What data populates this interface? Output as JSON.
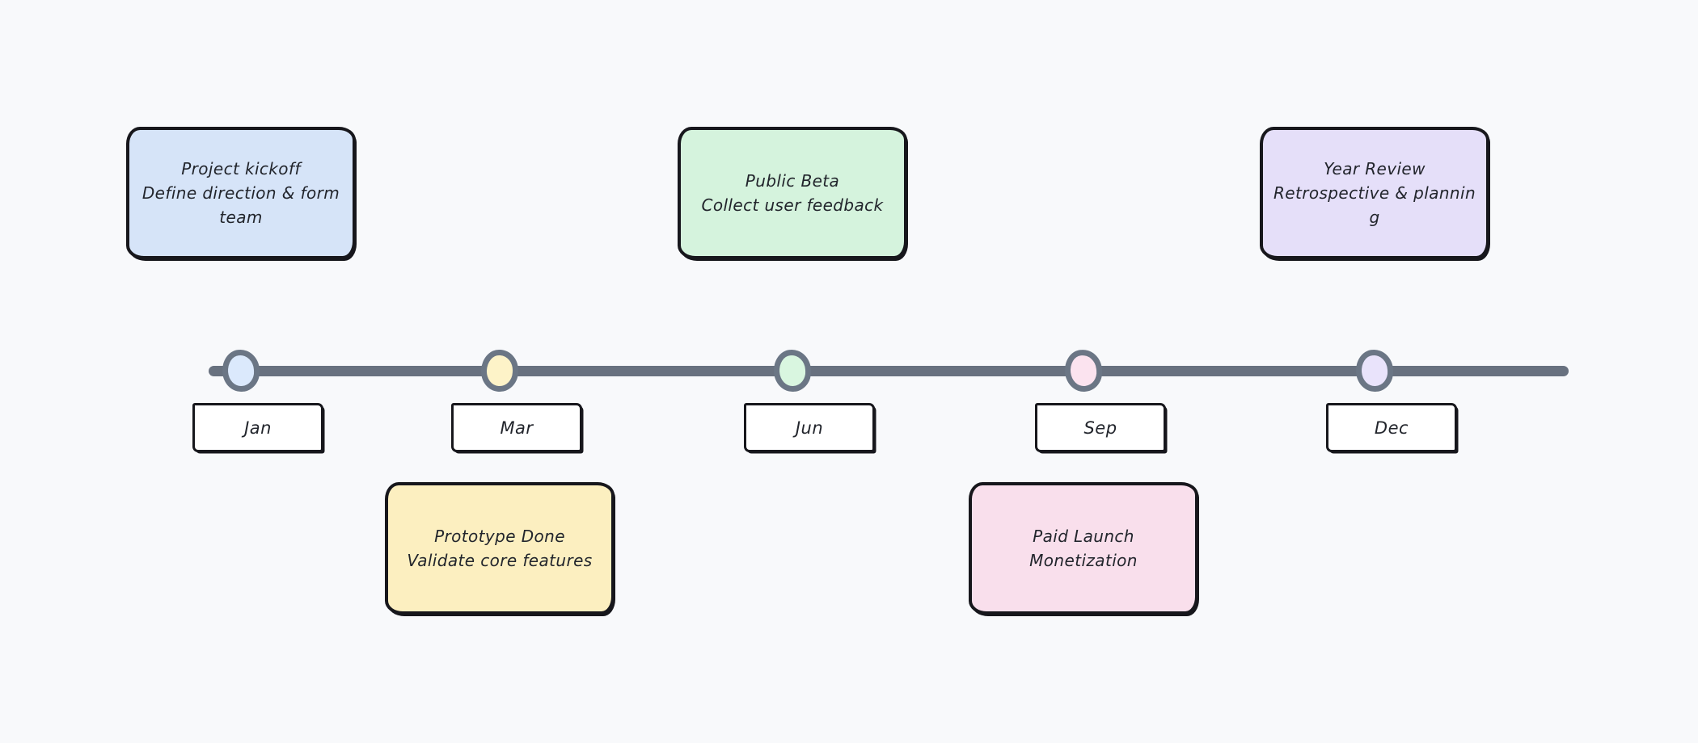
{
  "colors": {
    "background": "#f8f9fb",
    "line": "#68717f",
    "node_ring": "#6b7685",
    "border_ink": "#17171c",
    "text": "#22252c"
  },
  "timeline": {
    "milestones": [
      {
        "id": "jan",
        "month": "Jan",
        "node_color": "#dbe9fc",
        "card": {
          "position": "above",
          "fill": "#d6e4f8",
          "text": "Project kickoff Define direction & form team",
          "lines": [
            "Project kickoff",
            "Define direction & form",
            "team"
          ]
        }
      },
      {
        "id": "mar",
        "month": "Mar",
        "node_color": "#fdf3c8",
        "card": {
          "position": "below",
          "fill": "#fcefc0",
          "text": "Prototype Done Validate core features",
          "lines": [
            "Prototype Done",
            "Validate core features"
          ]
        }
      },
      {
        "id": "jun",
        "month": "Jun",
        "node_color": "#d9f6e0",
        "card": {
          "position": "above",
          "fill": "#d5f3dd",
          "text": "Public Beta Collect user feedback",
          "lines": [
            "Public Beta",
            "Collect user feedback"
          ]
        }
      },
      {
        "id": "sep",
        "month": "Sep",
        "node_color": "#fbe3ef",
        "card": {
          "position": "below",
          "fill": "#f9dfec",
          "text": "Paid Launch Monetization",
          "lines": [
            "Paid Launch",
            "Monetization"
          ]
        }
      },
      {
        "id": "dec",
        "month": "Dec",
        "node_color": "#e9e3fb",
        "card": {
          "position": "above",
          "fill": "#e5dff9",
          "text": "Year Review Retrospective & planning",
          "lines": [
            "Year Review",
            "Retrospective & plannin",
            "g"
          ]
        }
      }
    ]
  }
}
